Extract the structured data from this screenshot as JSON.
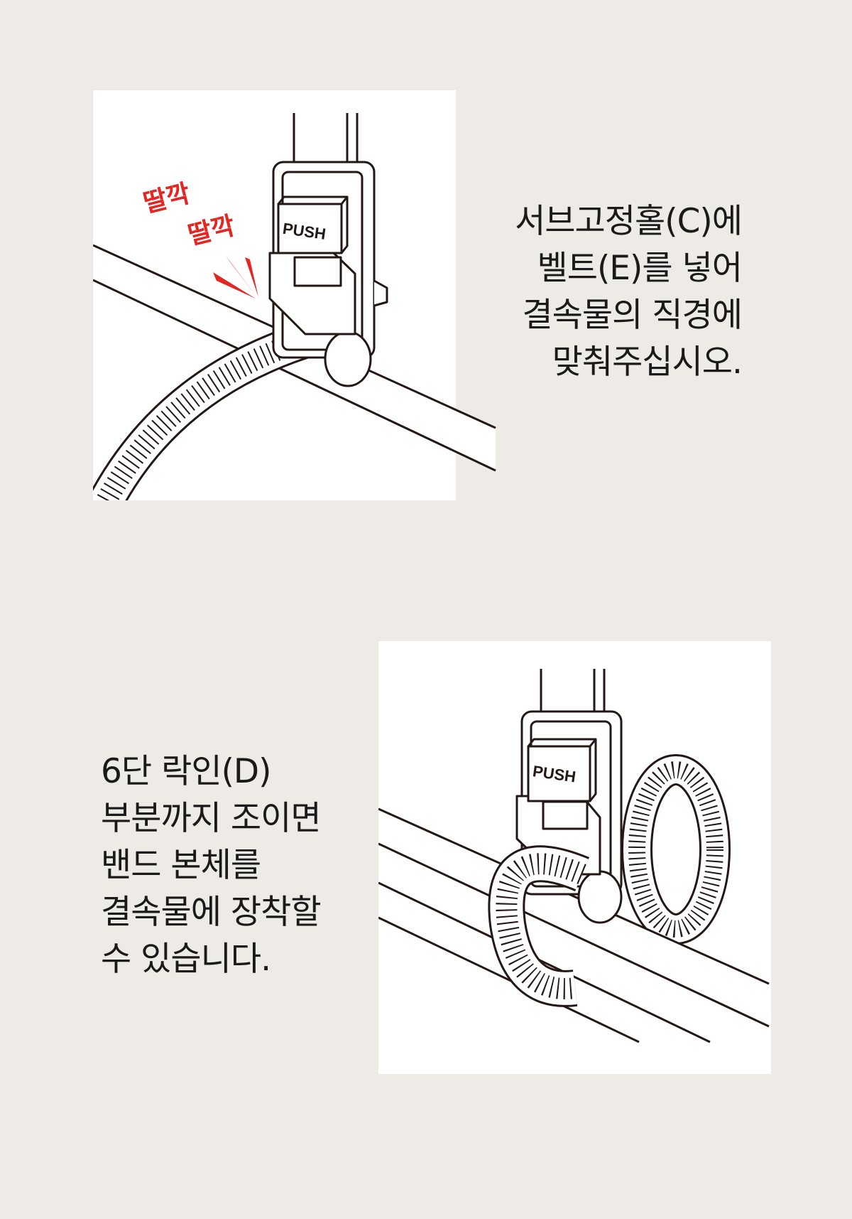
{
  "step1": {
    "lines": [
      "서브고정홀(C)에",
      "벨트(E)를 넣어",
      "결속물의 직경에",
      "맞춰주십시오."
    ],
    "sound_effect": [
      "딸깍",
      "딸깍"
    ],
    "button_label": "PUSH"
  },
  "step2": {
    "lines": [
      "6단 락인(D)",
      "부분까지 조이면",
      "밴드 본체를",
      "결속물에 장착할",
      "수 있습니다."
    ],
    "button_label": "PUSH"
  },
  "colors": {
    "background": "#eeebe6",
    "accent": "#e52521",
    "line": "#231815"
  }
}
